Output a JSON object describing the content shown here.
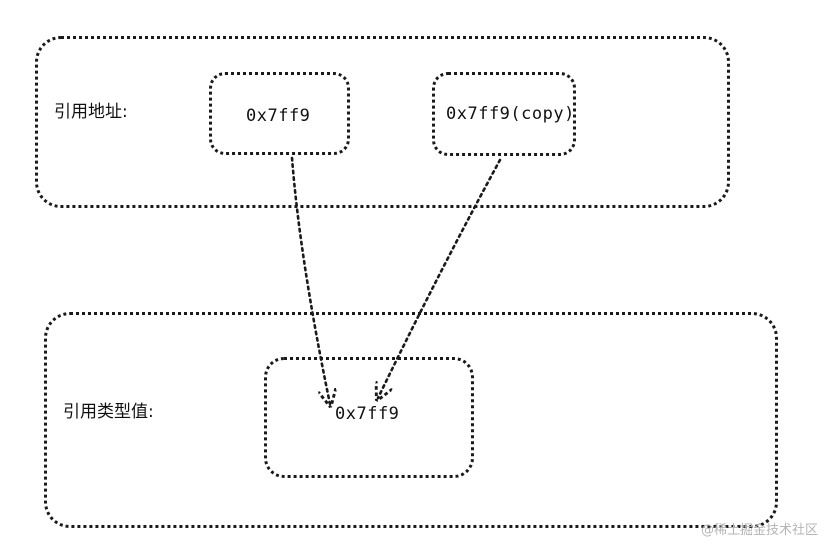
{
  "groups": {
    "top_label": "引用地址:",
    "bottom_label": "引用类型值:"
  },
  "nodes": {
    "original_address": "0x7ff9",
    "copied_address": "0x7ff9(copy)",
    "heap_value": "0x7ff9"
  },
  "watermark": "@稀土掘金技术社区",
  "colors": {
    "stroke": "#1a1a1a",
    "watermark": "#b5b5b5",
    "background": "#ffffff"
  }
}
